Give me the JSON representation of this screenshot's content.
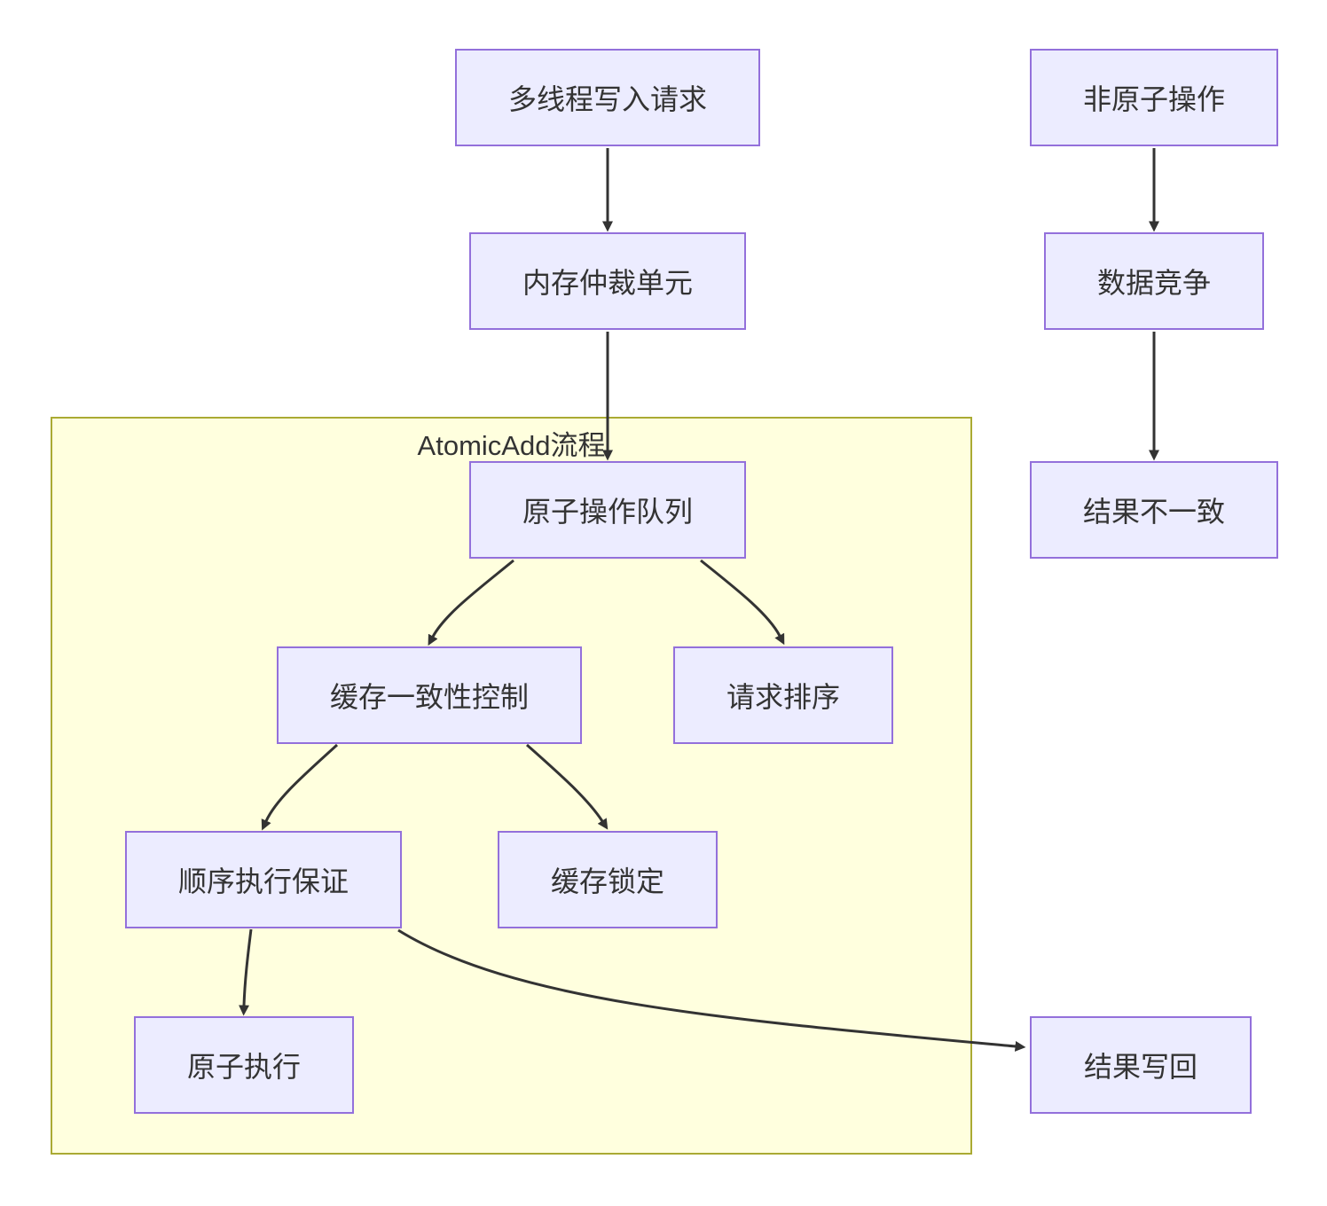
{
  "diagram": {
    "type": "flowchart",
    "cluster": {
      "title": "AtomicAdd流程"
    },
    "nodes": {
      "multi_thread_write": {
        "label": "多线程写入请求"
      },
      "memory_arbiter": {
        "label": "内存仲裁单元"
      },
      "atomic_queue": {
        "label": "原子操作队列"
      },
      "cache_coherence": {
        "label": "缓存一致性控制"
      },
      "request_ordering": {
        "label": "请求排序"
      },
      "sequential_guarantee": {
        "label": "顺序执行保证"
      },
      "cache_lock": {
        "label": "缓存锁定"
      },
      "atomic_execution": {
        "label": "原子执行"
      },
      "result_writeback": {
        "label": "结果写回"
      },
      "non_atomic": {
        "label": "非原子操作"
      },
      "data_race": {
        "label": "数据竞争"
      },
      "inconsistent": {
        "label": "结果不一致"
      }
    },
    "edges": [
      {
        "from": "多线程写入请求",
        "to": "内存仲裁单元"
      },
      {
        "from": "内存仲裁单元",
        "to": "原子操作队列"
      },
      {
        "from": "原子操作队列",
        "to": "缓存一致性控制"
      },
      {
        "from": "原子操作队列",
        "to": "请求排序"
      },
      {
        "from": "缓存一致性控制",
        "to": "顺序执行保证"
      },
      {
        "from": "缓存一致性控制",
        "to": "缓存锁定"
      },
      {
        "from": "顺序执行保证",
        "to": "原子执行"
      },
      {
        "from": "顺序执行保证",
        "to": "结果写回"
      },
      {
        "from": "非原子操作",
        "to": "数据竞争"
      },
      {
        "from": "数据竞争",
        "to": "结果不一致"
      }
    ],
    "colors": {
      "node_fill": "#ECECFF",
      "node_border": "#9370DB",
      "cluster_fill": "#FFFFDE",
      "cluster_border": "#AAAA33",
      "edge": "#333333",
      "text": "#333333"
    }
  }
}
